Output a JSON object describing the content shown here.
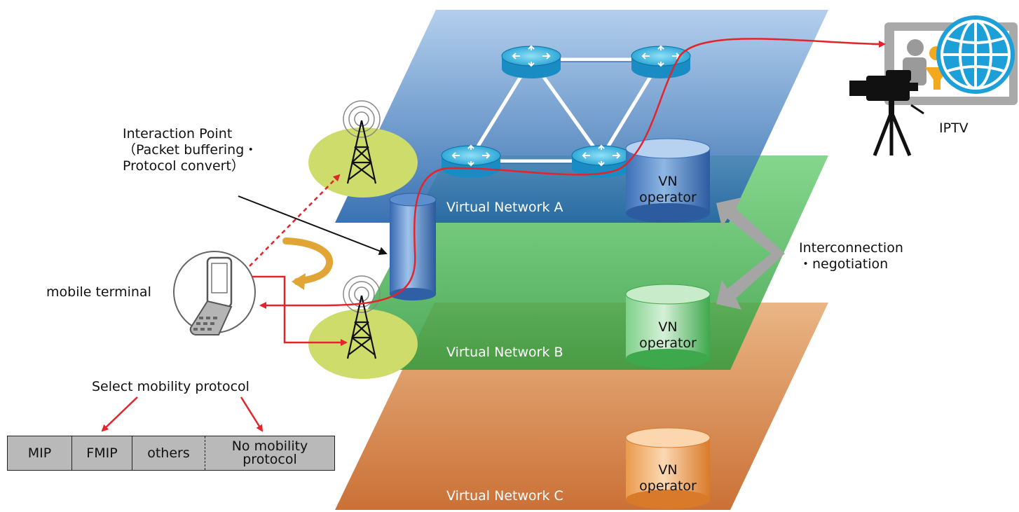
{
  "interaction_point": {
    "line1": "Interaction Point",
    "line2": "（Packet buffering・",
    "line3": "Protocol convert）"
  },
  "networks": {
    "a": {
      "label": "Virtual Network A",
      "color": "#4a82c6"
    },
    "b": {
      "label": "Virtual Network B",
      "color": "#3aaa4a"
    },
    "c": {
      "label": "Virtual Network C",
      "color": "#d9863f"
    }
  },
  "vn_operator": {
    "a": {
      "line1": "VN",
      "line2": "operator"
    },
    "b": {
      "line1": "VN",
      "line2": "operator"
    },
    "c": {
      "line1": "VN",
      "line2": "operator"
    }
  },
  "interconnection": {
    "line1": "Interconnection",
    "line2": "・negotiation"
  },
  "mobile_terminal": "mobile terminal",
  "iptv": "IPTV",
  "select_mobility": "Select mobility protocol",
  "protocols": {
    "mip": "MIP",
    "fmip": "FMIP",
    "others": "others",
    "none_line1": "No mobility",
    "none_line2": "protocol"
  }
}
